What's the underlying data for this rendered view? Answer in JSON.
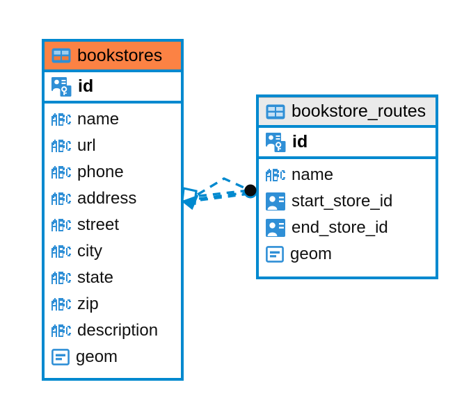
{
  "diagram": {
    "type": "entity-relationship-diagram",
    "background": "#ffffff",
    "accent_blue": "#0089cf",
    "accent_orange": "#fc8244",
    "header_gray": "#eaeaea"
  },
  "entities": [
    {
      "name": "bookstores",
      "header_color": "#fc8244",
      "table_icon": "table-icon",
      "primary_key": {
        "label": "id",
        "icon": "primary-key-icon"
      },
      "fields": [
        {
          "label": "name",
          "icon": "abc-text-icon"
        },
        {
          "label": "url",
          "icon": "abc-text-icon"
        },
        {
          "label": "phone",
          "icon": "abc-text-icon"
        },
        {
          "label": "address",
          "icon": "abc-text-icon"
        },
        {
          "label": "street",
          "icon": "abc-text-icon"
        },
        {
          "label": "city",
          "icon": "abc-text-icon"
        },
        {
          "label": "state",
          "icon": "abc-text-icon"
        },
        {
          "label": "zip",
          "icon": "abc-text-icon"
        },
        {
          "label": "description",
          "icon": "abc-text-icon"
        },
        {
          "label": "geom",
          "icon": "geometry-icon"
        }
      ]
    },
    {
      "name": "bookstore_routes",
      "header_color": "#eaeaea",
      "table_icon": "table-icon",
      "primary_key": {
        "label": "id",
        "icon": "primary-key-icon"
      },
      "fields": [
        {
          "label": "name",
          "icon": "abc-text-icon"
        },
        {
          "label": "start_store_id",
          "icon": "foreign-key-icon"
        },
        {
          "label": "end_store_id",
          "icon": "foreign-key-icon"
        },
        {
          "label": "geom",
          "icon": "geometry-icon"
        }
      ]
    }
  ],
  "relationship": {
    "from_entity": "bookstores",
    "to_entity": "bookstore_routes",
    "line_style": "dashed",
    "line_color": "#0089cf",
    "source_marker": "crows-foot-diamond",
    "target_marker": "filled-circle"
  }
}
